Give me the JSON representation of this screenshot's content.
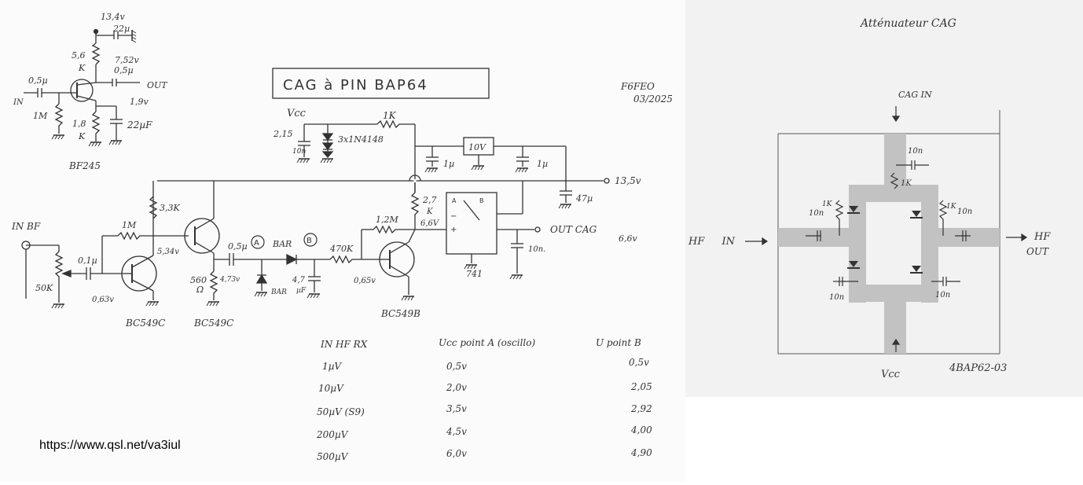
{
  "schematic": {
    "title": "CAG à PIN BAP64",
    "author": "F6FEO",
    "date": "03/2025",
    "website": "https://www.qsl.net/va3iul",
    "jfet_stage": {
      "supply": "13,4v",
      "c_supply": "22µ",
      "r_drain_value": "5,6",
      "r_drain_unit": "K",
      "v_drain": "7,52v",
      "c_out": "0,5µ",
      "out_label": "OUT",
      "c_in": "0,5µ",
      "in_label": "IN",
      "r_gate": "1M",
      "v_source": "1,9v",
      "r_source_value": "1,8",
      "r_source_unit": "K",
      "c_source": "22µF",
      "transistor": "BF245"
    },
    "supply_section": {
      "vcc_label": "Vcc",
      "vcc_value": "2,15",
      "c_vcc": "10n",
      "diodes": "3x1N4148",
      "r_series": "1K",
      "regulator": "10V",
      "c_reg_in": "1µ",
      "c_reg_out": "1µ",
      "rail_voltage": "13,5v",
      "c_rail": "47µ"
    },
    "audio_chain": {
      "in_label": "IN BF",
      "pot": "50K",
      "c_in": "0,1µ",
      "v_base1": "0,63v",
      "q1": "BC549C",
      "r_feedback": "1M",
      "r_collector": "3,3K",
      "v_collector1": "5,34v",
      "q2": "BC549C",
      "r_emitter_value": "560",
      "r_emitter_unit": "Ω",
      "v_emitter2": "4,73v",
      "c_couple": "0,5µ",
      "point_a": "A",
      "diode1": "BAR",
      "diode2": "BAR",
      "point_b": "B",
      "c_b_value": "4,7",
      "c_b_unit": "µF",
      "r_base3": "470K",
      "v_base3": "0,65v",
      "q3": "BC549B",
      "r_c3_value": "2,7",
      "r_c3_unit": "K",
      "r_fb3": "1,2M",
      "v_c3": "6,6V",
      "opamp": "741",
      "opamp_pin_a": "A",
      "opamp_pin_b": "B",
      "out_label": "OUT CAG",
      "out_voltage": "6,6v",
      "c_out": "10n."
    },
    "table": {
      "headers": [
        "IN HF RX",
        "Ucc point A (oscillo)",
        "U point B"
      ],
      "rows": [
        [
          "1µV",
          "0,5v",
          "0,5v"
        ],
        [
          "10µV",
          "2,0v",
          "2,05"
        ],
        [
          "50µV (S9)",
          "3,5v",
          "2,92"
        ],
        [
          "200µV",
          "4,5v",
          "4,00"
        ],
        [
          "500µV",
          "6,0v",
          "4,90"
        ]
      ]
    }
  },
  "attenuator": {
    "title": "Atténuateur CAG",
    "cag_in": "CAG IN",
    "hf_in": "HF IN",
    "hf_out_1": "HF",
    "hf_out_2": "OUT",
    "vcc": "Vcc",
    "part": "4BAP62-03",
    "cap_label": "10n",
    "res_label": "1K"
  }
}
